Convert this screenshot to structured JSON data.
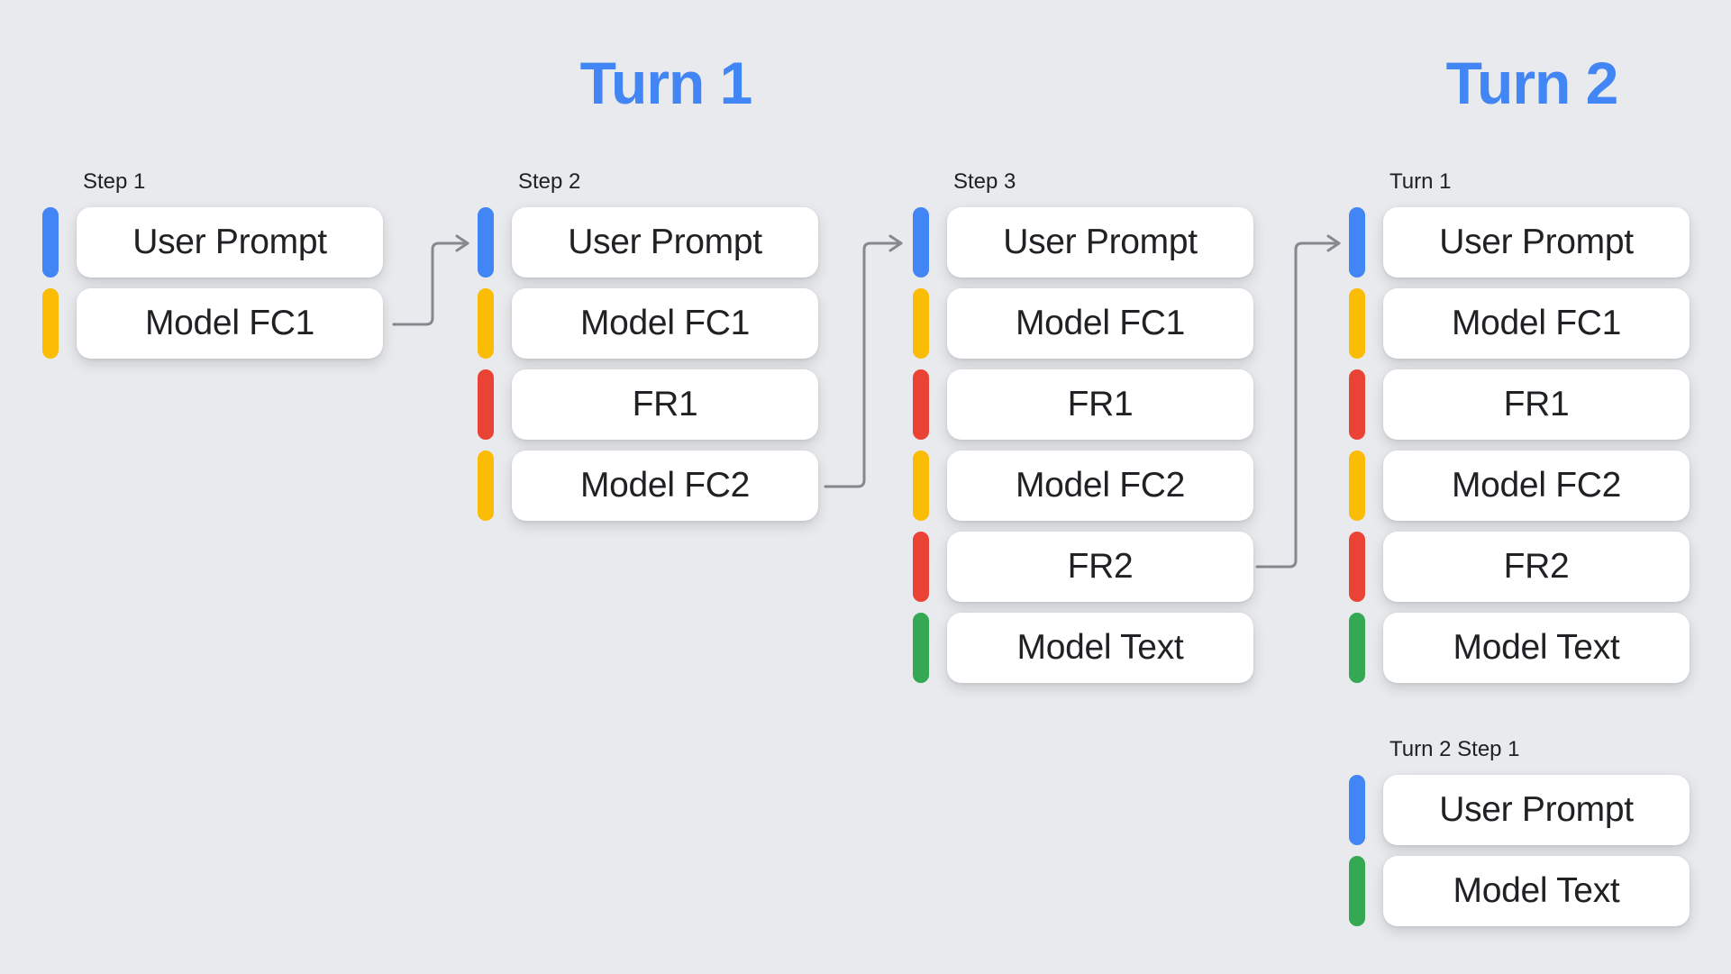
{
  "page": {
    "background": "#E8EAED"
  },
  "palette": {
    "blue": "#4285F4",
    "yellow": "#FBBC05",
    "red": "#EA4335",
    "green": "#34A853"
  },
  "titles": {
    "turn1": "Turn 1",
    "turn2": "Turn 2",
    "color": "#4285F4"
  },
  "arrow": {
    "color": "#85898E"
  },
  "columns": [
    {
      "id": "step-1",
      "label": "Step 1",
      "cards": [
        {
          "label": "User Prompt",
          "color": "blue"
        },
        {
          "label": "Model FC1",
          "color": "yellow"
        }
      ]
    },
    {
      "id": "step-2",
      "label": "Step 2",
      "cards": [
        {
          "label": "User Prompt",
          "color": "blue"
        },
        {
          "label": "Model FC1",
          "color": "yellow"
        },
        {
          "label": "FR1",
          "color": "red"
        },
        {
          "label": "Model FC2",
          "color": "yellow"
        }
      ]
    },
    {
      "id": "step-3",
      "label": "Step 3",
      "cards": [
        {
          "label": "User Prompt",
          "color": "blue"
        },
        {
          "label": "Model FC1",
          "color": "yellow"
        },
        {
          "label": "FR1",
          "color": "red"
        },
        {
          "label": "Model FC2",
          "color": "yellow"
        },
        {
          "label": "FR2",
          "color": "red"
        },
        {
          "label": "Model Text",
          "color": "green"
        }
      ]
    },
    {
      "id": "turn-1",
      "label": "Turn 1",
      "cards": [
        {
          "label": "User Prompt",
          "color": "blue"
        },
        {
          "label": "Model FC1",
          "color": "yellow"
        },
        {
          "label": "FR1",
          "color": "red"
        },
        {
          "label": "Model FC2",
          "color": "yellow"
        },
        {
          "label": "FR2",
          "color": "red"
        },
        {
          "label": "Model Text",
          "color": "green"
        }
      ]
    },
    {
      "id": "turn-2-step-1",
      "label": "Turn 2 Step 1",
      "cards": [
        {
          "label": "User Prompt",
          "color": "blue"
        },
        {
          "label": "Model Text",
          "color": "green"
        }
      ]
    }
  ],
  "connections": [
    {
      "from": "step-1 Model FC1",
      "to": "step-2 User Prompt"
    },
    {
      "from": "step-2 Model FC2",
      "to": "step-3 User Prompt"
    },
    {
      "from": "step-3 FR2",
      "to": "turn-1 User Prompt"
    }
  ]
}
